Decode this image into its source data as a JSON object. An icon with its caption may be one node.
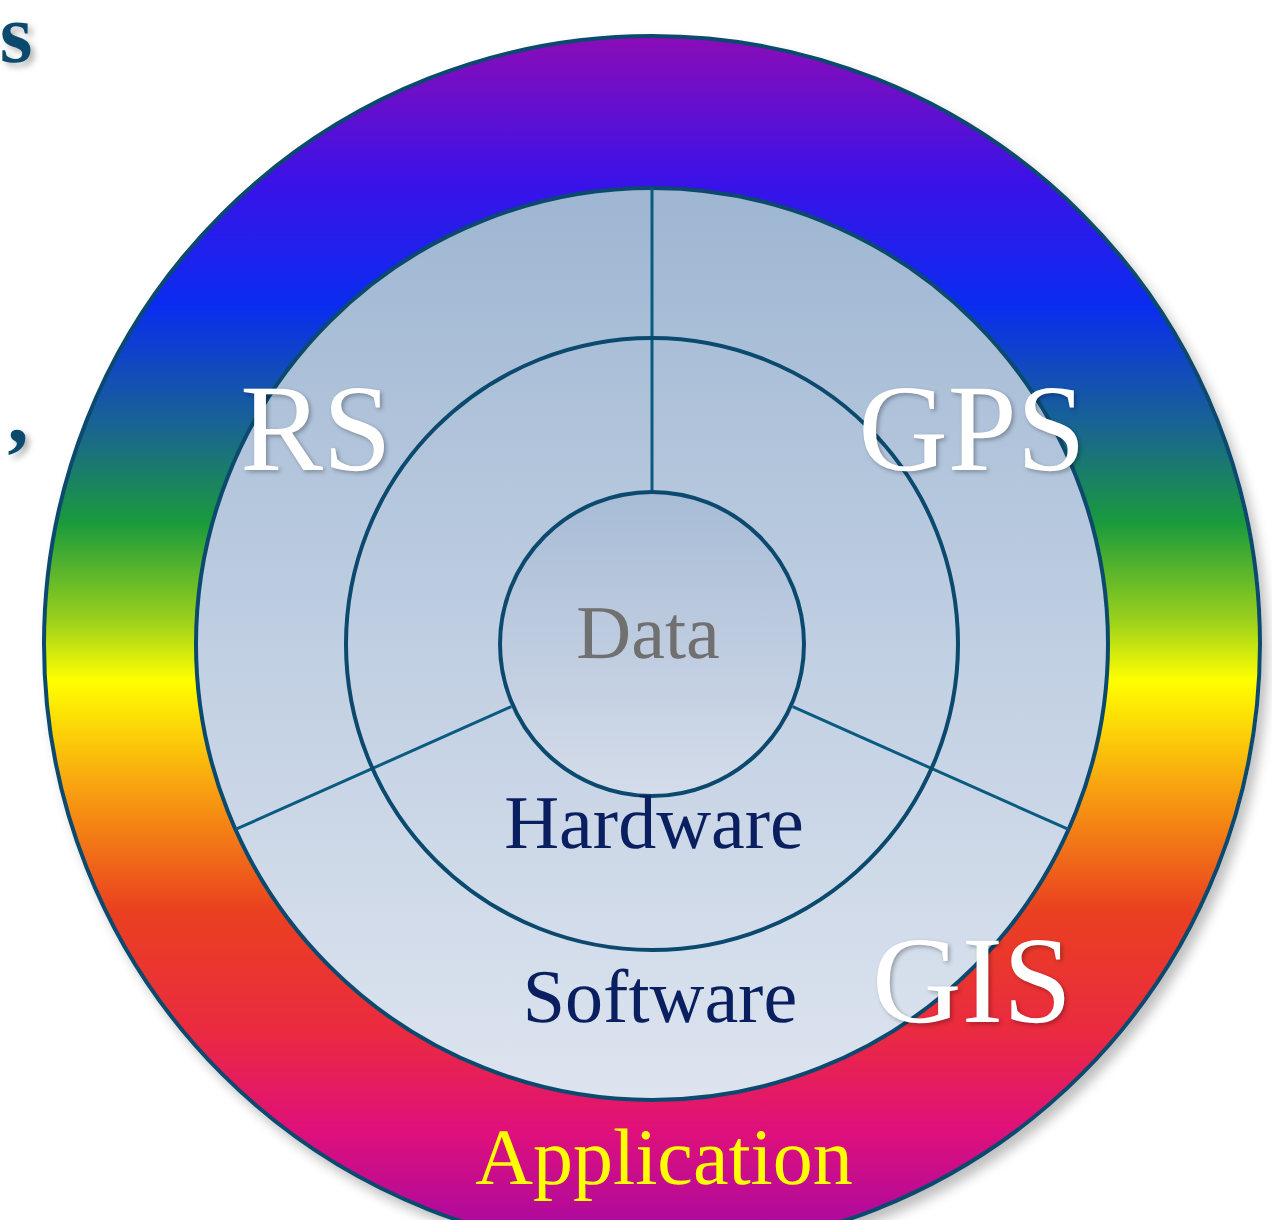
{
  "diagram": {
    "nodes": [
      {
        "text": [
          "Application"
        ]
      },
      {
        "text": [
          "Software"
        ],
        "in": 0
      },
      {
        "text": [
          "Hardware"
        ],
        "in": 1
      },
      {
        "text": [
          "Data"
        ],
        "in": 2
      }
    ],
    "labels": [
      "s",
      ",",
      "RS",
      "GPS",
      "GIS"
    ]
  }
}
